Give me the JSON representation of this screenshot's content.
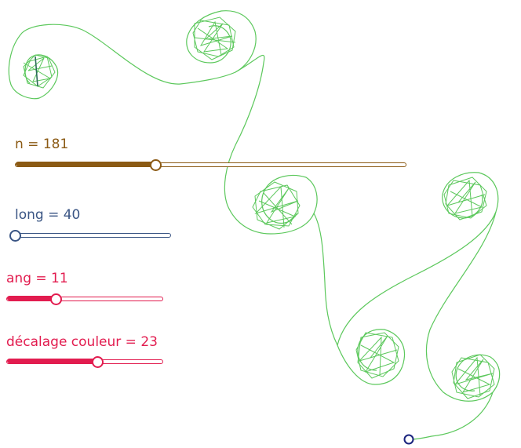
{
  "colors": {
    "curve": "#5cc85c",
    "n": "#8b5a14",
    "long": "#3a5584",
    "ang": "#e21c4f",
    "decalage": "#e21c4f",
    "turtle": "#1a237e"
  },
  "sliders": {
    "n": {
      "label": "n = 181",
      "value": 181,
      "fraction": 0.36
    },
    "long": {
      "label": "long = 40",
      "value": 40,
      "fraction": 0.0
    },
    "ang": {
      "label": "ang = 11",
      "value": 11,
      "fraction": 0.32
    },
    "decalage": {
      "label": "décalage couleur = 23",
      "value": 23,
      "fraction": 0.59
    }
  }
}
